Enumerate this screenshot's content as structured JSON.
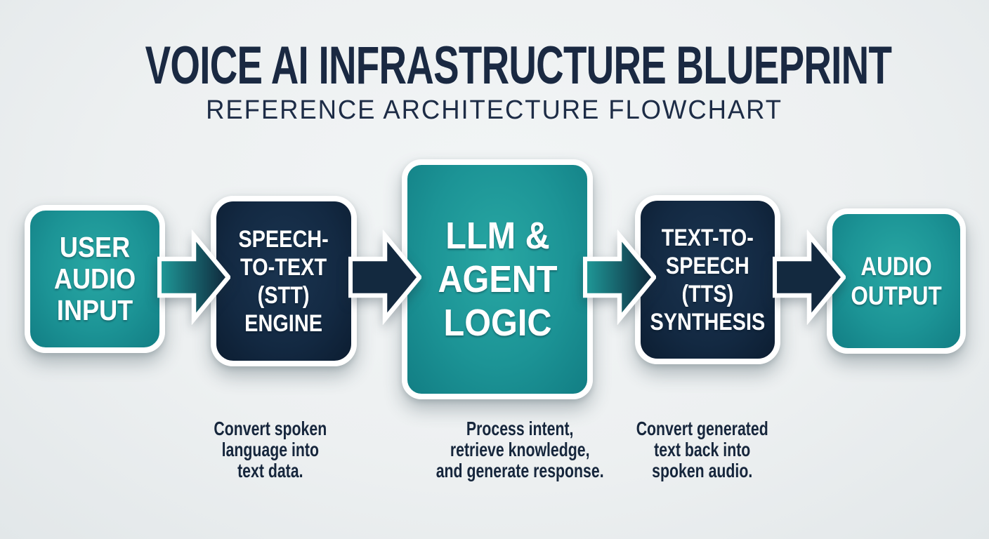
{
  "header": {
    "title": "VOICE AI INFRASTRUCTURE BLUEPRINT",
    "subtitle": "REFERENCE ARCHITECTURE FLOWCHART"
  },
  "palette": {
    "background": "#edf0f1",
    "navy": "#13293f",
    "teal": "#1c9496",
    "box_outline": "#ffffff",
    "heading_text": "#1a2942",
    "description_text": "#16263c",
    "box_text": "#ffffff"
  },
  "flow": {
    "nodes": [
      {
        "id": "user-audio-input",
        "color": "teal",
        "lines": [
          "USER",
          "AUDIO",
          "INPUT"
        ]
      },
      {
        "id": "stt-engine",
        "color": "navy",
        "lines": [
          "SPEECH-",
          "TO-TEXT",
          "(STT)",
          "ENGINE"
        ],
        "desc_lines": [
          "Convert spoken",
          "language into",
          "text data."
        ]
      },
      {
        "id": "llm-agent-logic",
        "color": "teal",
        "lines": [
          "LLM &",
          "AGENT",
          "LOGIC"
        ],
        "desc_lines": [
          "Process intent,",
          "retrieve knowledge,",
          "and generate response."
        ]
      },
      {
        "id": "tts-synthesis",
        "color": "navy",
        "lines": [
          "TEXT-TO-",
          "SPEECH",
          "(TTS)",
          "SYNTHESIS"
        ],
        "desc_lines": [
          "Convert generated",
          "text back into",
          "spoken audio."
        ]
      },
      {
        "id": "audio-output",
        "color": "teal",
        "lines": [
          "AUDIO",
          "OUTPUT"
        ]
      }
    ],
    "arrows": [
      {
        "from": "user-audio-input",
        "to": "stt-engine",
        "style": "teal-to-navy-gradient"
      },
      {
        "from": "stt-engine",
        "to": "llm-agent-logic",
        "style": "navy-solid"
      },
      {
        "from": "llm-agent-logic",
        "to": "tts-synthesis",
        "style": "teal-to-navy-gradient"
      },
      {
        "from": "tts-synthesis",
        "to": "audio-output",
        "style": "navy-solid"
      }
    ]
  }
}
